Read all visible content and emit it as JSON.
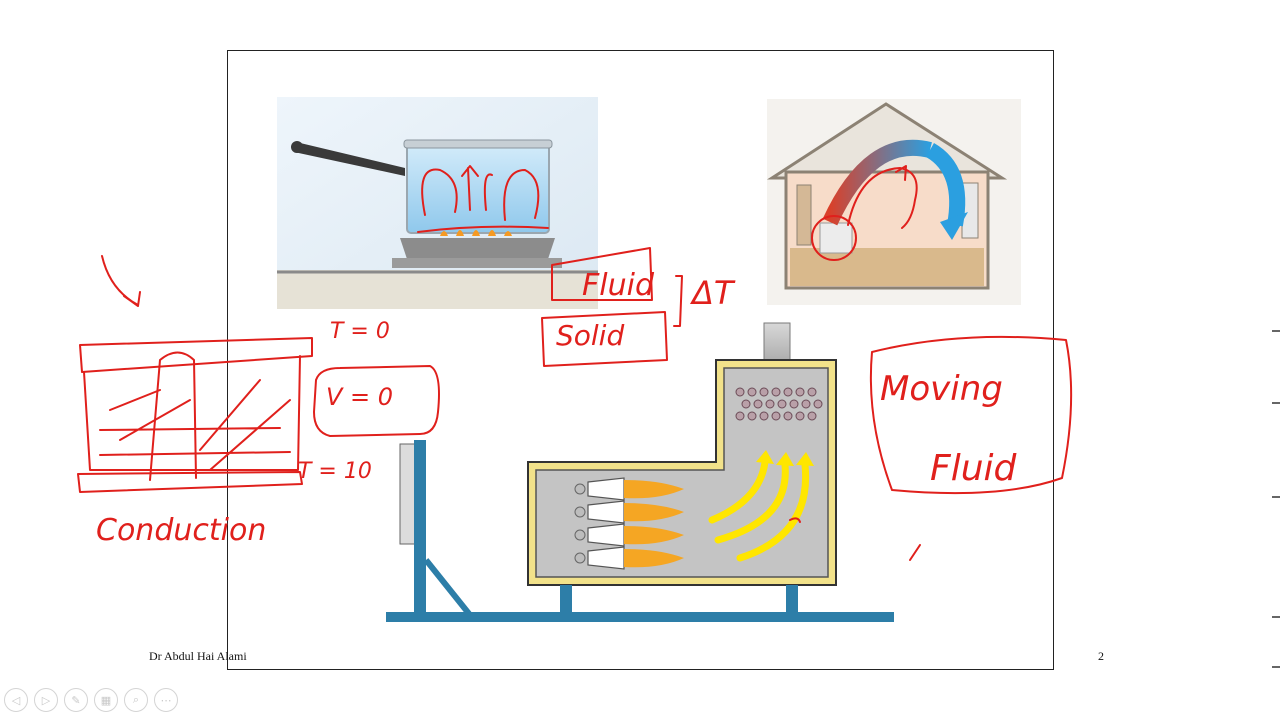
{
  "slide": {
    "footer_author": "Dr Abdul Hai Alami",
    "page_number": "2"
  },
  "annotations": {
    "pot_label": "",
    "fluid": "Fluid",
    "solid": "Solid",
    "delta_t": "ΔT",
    "t_top": "T = 0",
    "v_zero": "V = 0",
    "t_bottom": "T = 10",
    "conduction": "Conduction",
    "moving": "Moving",
    "fluid2": "Fluid"
  },
  "toolbar": {
    "buttons": [
      {
        "name": "previous-slide-button",
        "icon": "arrow-left-icon",
        "glyph": "◁"
      },
      {
        "name": "next-slide-button",
        "icon": "arrow-right-icon",
        "glyph": "▷"
      },
      {
        "name": "pen-tool-button",
        "icon": "pen-icon",
        "glyph": "✎"
      },
      {
        "name": "slides-view-button",
        "icon": "grid-icon",
        "glyph": "▦"
      },
      {
        "name": "zoom-button",
        "icon": "magnifier-icon",
        "glyph": "⌕"
      },
      {
        "name": "more-options-button",
        "icon": "ellipsis-icon",
        "glyph": "⋯"
      }
    ]
  },
  "colors": {
    "ink": "#e0201c",
    "frame_blue": "#2d7ea8",
    "furnace_grey": "#bdbdbd",
    "flame": "#f5a623",
    "warm_air": "#ffe600",
    "cool_arrow": "#2b9fe0",
    "warm_arrow": "#d9402a"
  }
}
